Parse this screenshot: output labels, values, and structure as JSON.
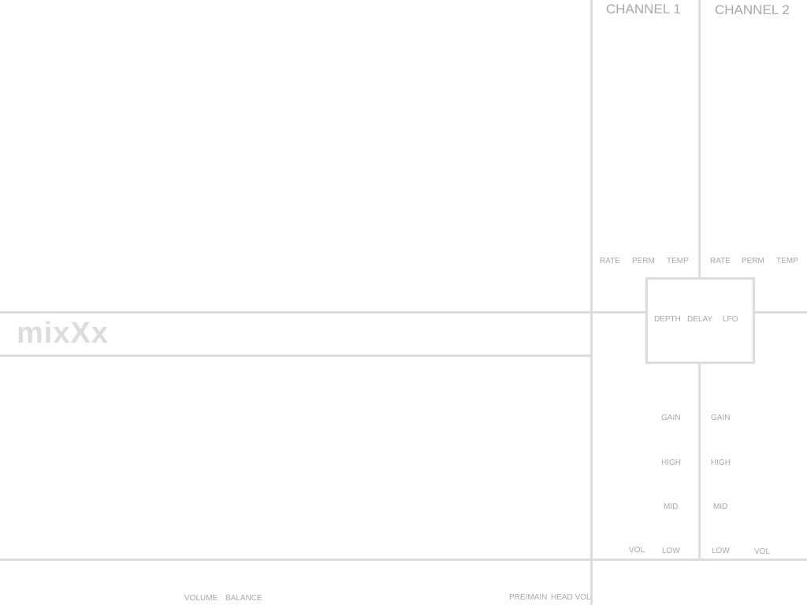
{
  "app": {
    "logo": "mixXx"
  },
  "channel1": {
    "title": "CHANNEL 1",
    "rate": "RATE",
    "perm": "PERM",
    "temp": "TEMP",
    "gain": "GAIN",
    "high": "HIGH",
    "mid": "MID",
    "low": "LOW",
    "vol": "VOL"
  },
  "channel2": {
    "title": "CHANNEL 2",
    "rate": "RATE",
    "perm": "PERM",
    "temp": "TEMP",
    "gain": "GAIN",
    "high": "HIGH",
    "mid": "MID",
    "low": "LOW",
    "vol": "VOL"
  },
  "effects": {
    "depth": "DEPTH",
    "delay": "DELAY",
    "lfo": "LFO"
  },
  "master": {
    "volume": "VOLUME",
    "balance": "BALANCE",
    "pre_main": "PRE/MAIN",
    "head_vol": "HEAD VOL"
  },
  "colors": {
    "line": "#dcdcdc",
    "label": "#a8a8a8",
    "background": "#ffffff"
  }
}
